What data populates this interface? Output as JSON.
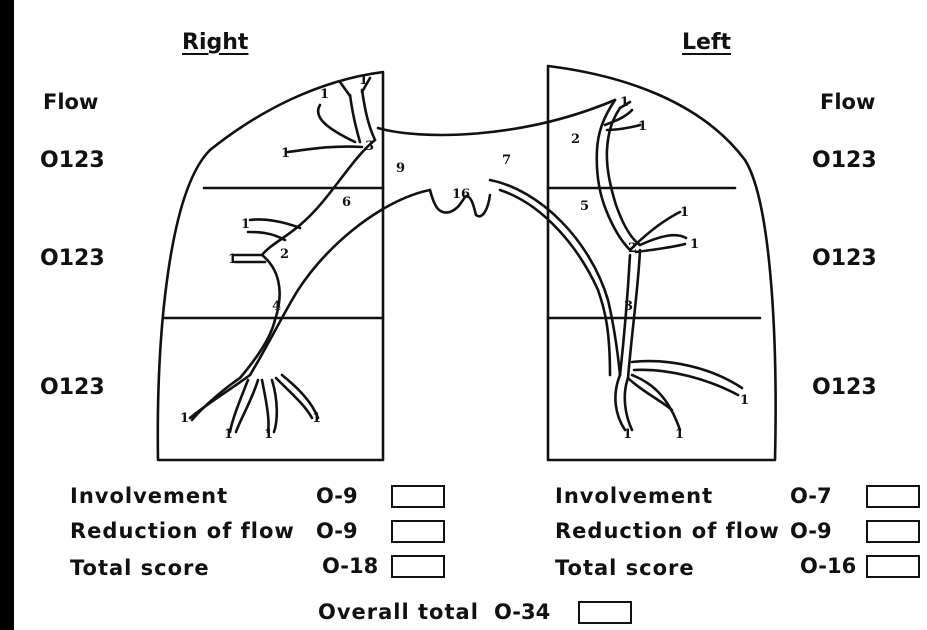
{
  "headers": {
    "right": "Right",
    "left": "Left"
  },
  "flow": {
    "right_title": "Flow",
    "left_title": "Flow",
    "right_zones": [
      "O123",
      "O123",
      "O123"
    ],
    "left_zones": [
      "O123",
      "O123",
      "O123"
    ]
  },
  "branch_labels": {
    "right": [
      "1",
      "1",
      "1",
      "3",
      "6",
      "1",
      "1",
      "2",
      "4",
      "1",
      "1",
      "1",
      "1"
    ],
    "center": [
      "9",
      "16",
      "7"
    ],
    "left": [
      "1",
      "2",
      "1",
      "5",
      "1",
      "2",
      "1",
      "3",
      "1",
      "1",
      "1"
    ]
  },
  "scores": {
    "right": [
      {
        "label": "Involvement",
        "range": "O-9"
      },
      {
        "label": "Reduction of flow",
        "range": "O-9"
      },
      {
        "label": "Total score",
        "range": "O-18"
      }
    ],
    "left": [
      {
        "label": "Involvement",
        "range": "O-7"
      },
      {
        "label": "Reduction of flow",
        "range": "O-9"
      },
      {
        "label": "Total score",
        "range": "O-16"
      }
    ],
    "overall": {
      "label": "Overall total",
      "range": "O-34"
    }
  },
  "colors": {
    "ink": "#111111",
    "paper": "#ffffff",
    "frame": "#000000"
  }
}
